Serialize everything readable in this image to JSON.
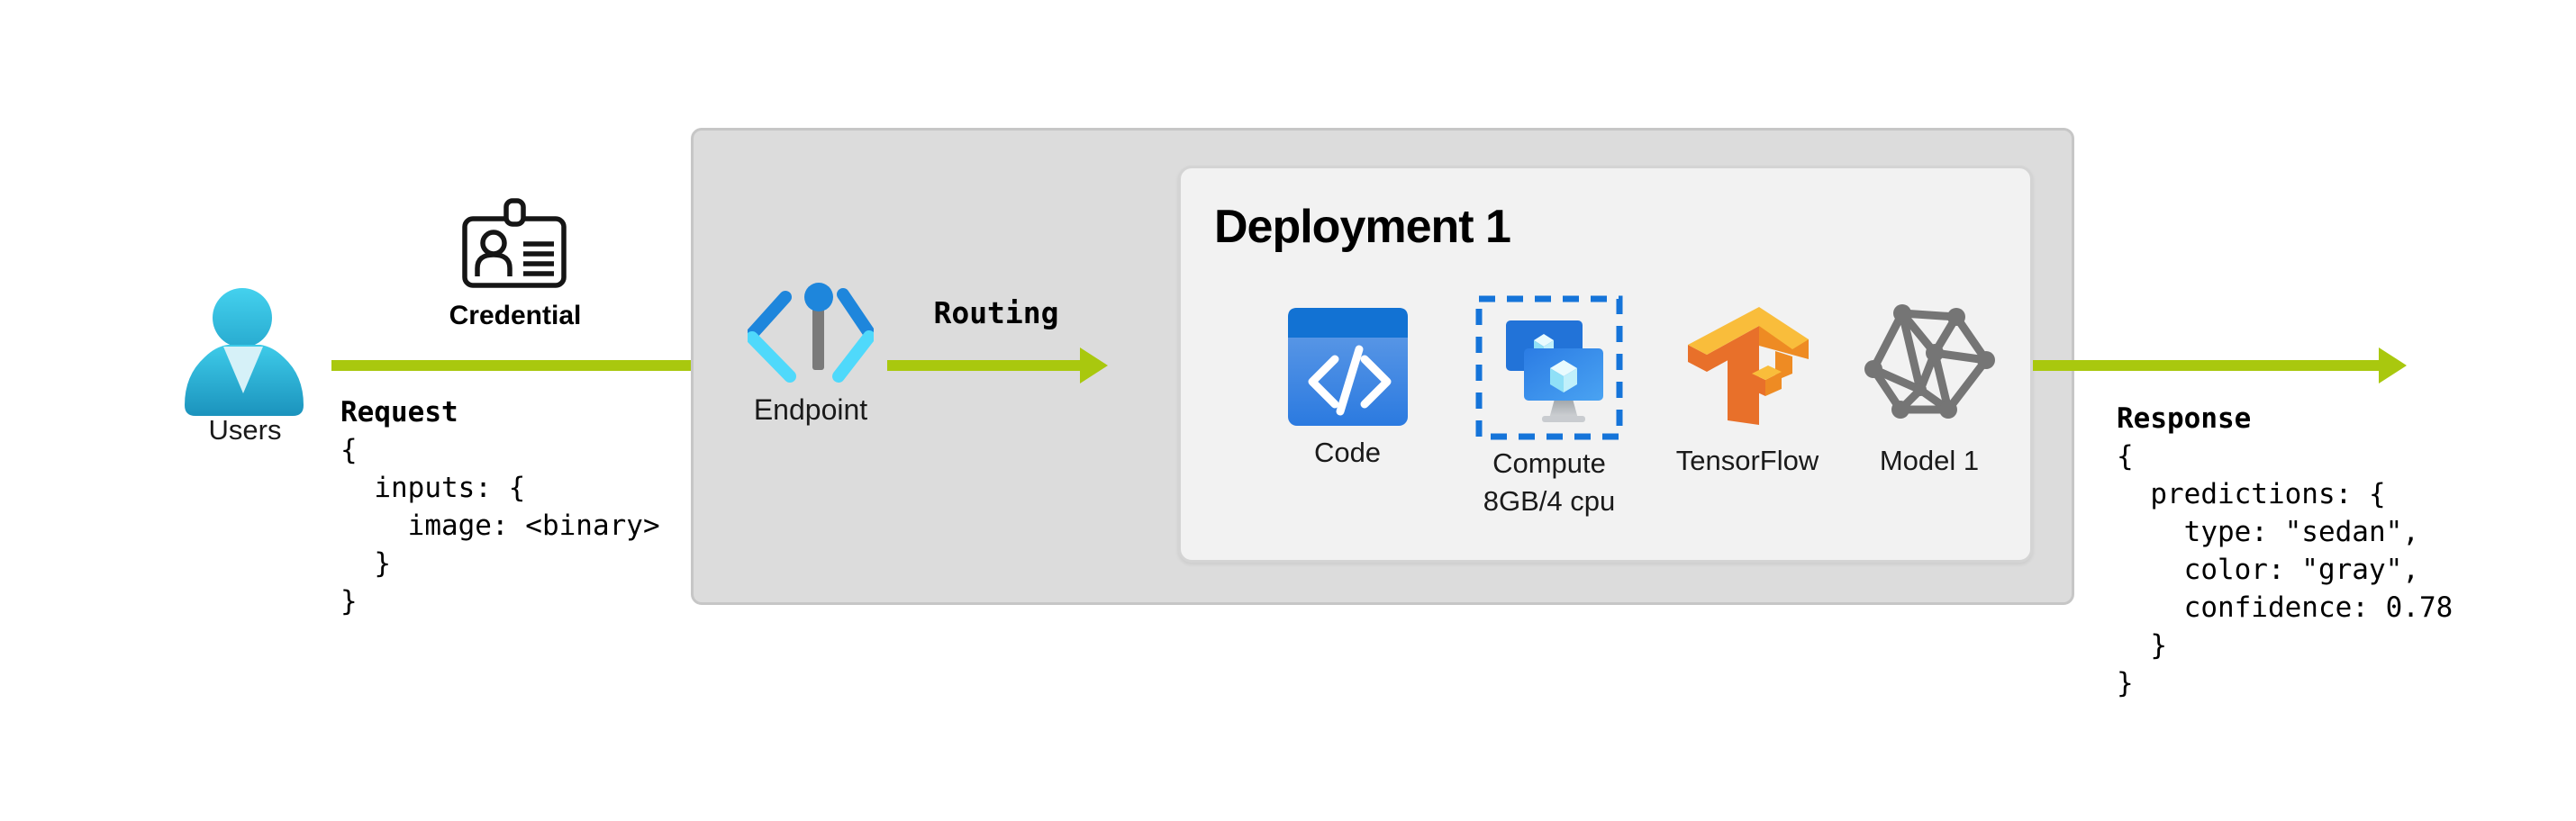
{
  "colors": {
    "arrow_green": "#a9c80e",
    "outer_box_fill": "#dcdcdc",
    "inner_box_fill": "#f2f2f2",
    "azure_blue": "#1e86dc",
    "cyan_accent": "#4fd9fb",
    "compute_dash_blue": "#1574d9",
    "tensorflow_orange_light": "#f9bd3b",
    "tensorflow_orange_mid": "#ee8b23",
    "tensorflow_orange_dark": "#e8702a",
    "model_gray": "#757575",
    "user_teal": "#2fb9dd"
  },
  "users": {
    "label": "Users",
    "icon": "user-icon"
  },
  "credential": {
    "label": "Credential",
    "icon": "id-badge-icon"
  },
  "request": {
    "title": "Request",
    "body": "{\n  inputs: {\n    image: <binary>\n  }\n}"
  },
  "endpoint": {
    "label": "Endpoint",
    "icon": "endpoint-icon"
  },
  "routing": {
    "label": "Routing"
  },
  "deployment": {
    "title": "Deployment 1",
    "items": [
      {
        "label": "Code",
        "icon": "code-icon"
      },
      {
        "label": "Compute",
        "sublabel": "8GB/4 cpu",
        "icon": "compute-icon"
      },
      {
        "label": "TensorFlow",
        "icon": "tensorflow-icon"
      },
      {
        "label": "Model 1",
        "icon": "model-icon"
      }
    ]
  },
  "response": {
    "title": "Response",
    "body": "{\n  predictions: {\n    type: \"sedan\",\n    color: \"gray\",\n    confidence: 0.78\n  }\n}"
  }
}
